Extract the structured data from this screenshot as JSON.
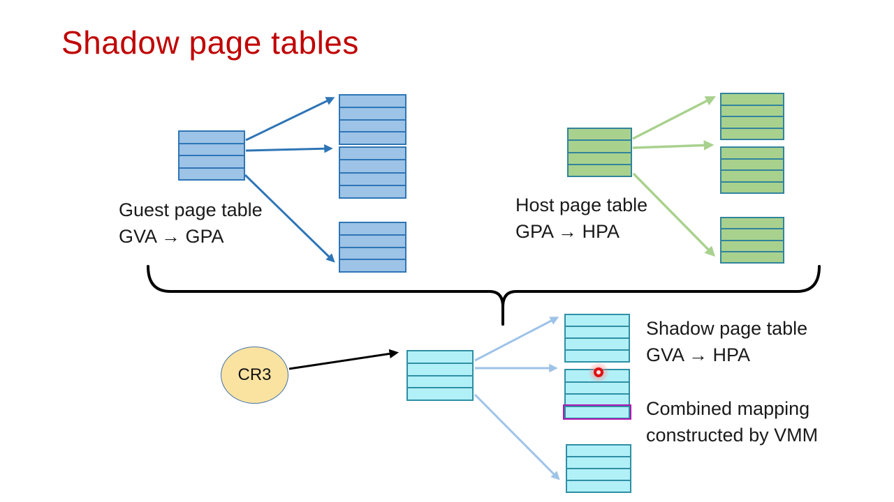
{
  "slide": {
    "title": "Shadow page tables"
  },
  "labels": {
    "guest_line1": "Guest page table",
    "guest_line2": "GVA → GPA",
    "host_line1": "Host page table",
    "host_line2": "GPA → HPA",
    "shadow_line1": "Shadow page table",
    "shadow_line2": "GVA → HPA",
    "combined_line1": "Combined mapping",
    "combined_line2": "constructed by VMM",
    "cr3": "CR3"
  },
  "colors": {
    "title_red": "#C00000",
    "text_black": "#1A1A1A",
    "guest_fill": "#9DC3E6",
    "guest_border": "#2E75B6",
    "guest_arrow": "#2E75B6",
    "host_fill": "#A9D18E",
    "host_border": "#31849B",
    "host_arrow": "#A9D18E",
    "shadow_fill": "#B2F0F8",
    "shadow_border": "#2E8FA3",
    "shadow_arrow": "#9EC3E8",
    "highlight_magenta": "#B116B1",
    "cr3_fill": "#FAE3A1",
    "cr3_border": "#4472A8",
    "laser_red": "#E01010",
    "brace_black": "#000000"
  }
}
